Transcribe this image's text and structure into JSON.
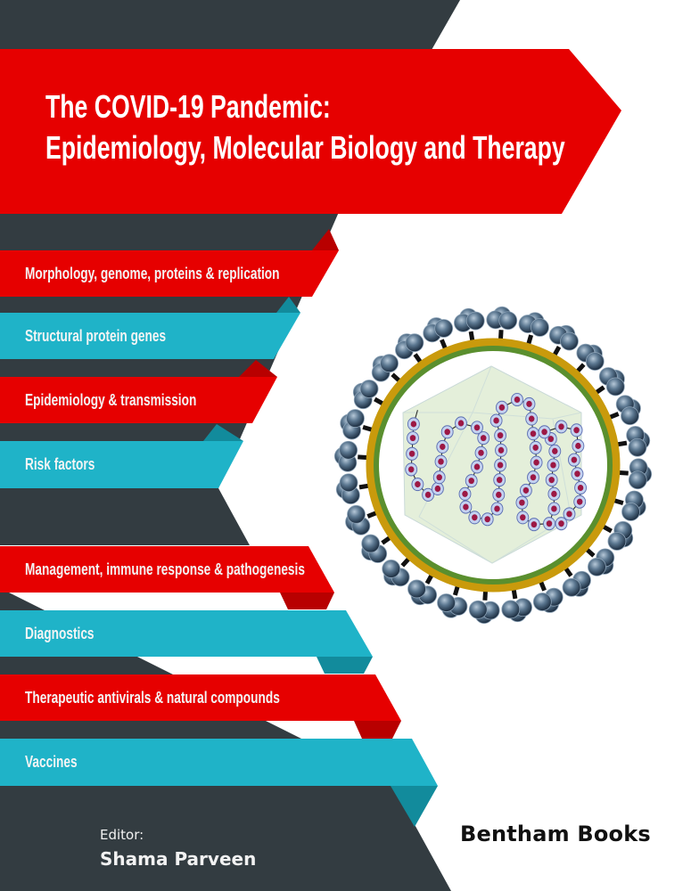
{
  "cover": {
    "title_line1": "The COVID-19 Pandemic:",
    "title_line2": "Epidemiology, Molecular Biology and Therapy",
    "ribbons": [
      {
        "label": "Morphology, genome, proteins & replication",
        "color": "red"
      },
      {
        "label": "Structural protein genes",
        "color": "teal"
      },
      {
        "label": "Epidemiology & transmission",
        "color": "red"
      },
      {
        "label": "Risk factors",
        "color": "teal"
      },
      {
        "label": "Management, immune response & pathogenesis",
        "color": "red"
      },
      {
        "label": "Diagnostics",
        "color": "teal"
      },
      {
        "label": "Therapeutic antivirals & natural compounds",
        "color": "red"
      },
      {
        "label": "Vaccines",
        "color": "teal"
      }
    ],
    "editor_label": "Editor:",
    "editor_name": "Shama Parveen",
    "publisher": "Bentham Books",
    "illustration": "coronavirus-particle-icon"
  },
  "colors": {
    "dark": "#333c41",
    "red": "#e60000",
    "red_fold": "#b80000",
    "teal": "#1fb3c8",
    "teal_fold": "#128b9c",
    "ring_gold": "#c99a0c",
    "ring_green": "#5a8f2e",
    "capsid": "#e3efd9",
    "bead_outer": "#b9c9ec",
    "bead_inner": "#9c1844"
  }
}
